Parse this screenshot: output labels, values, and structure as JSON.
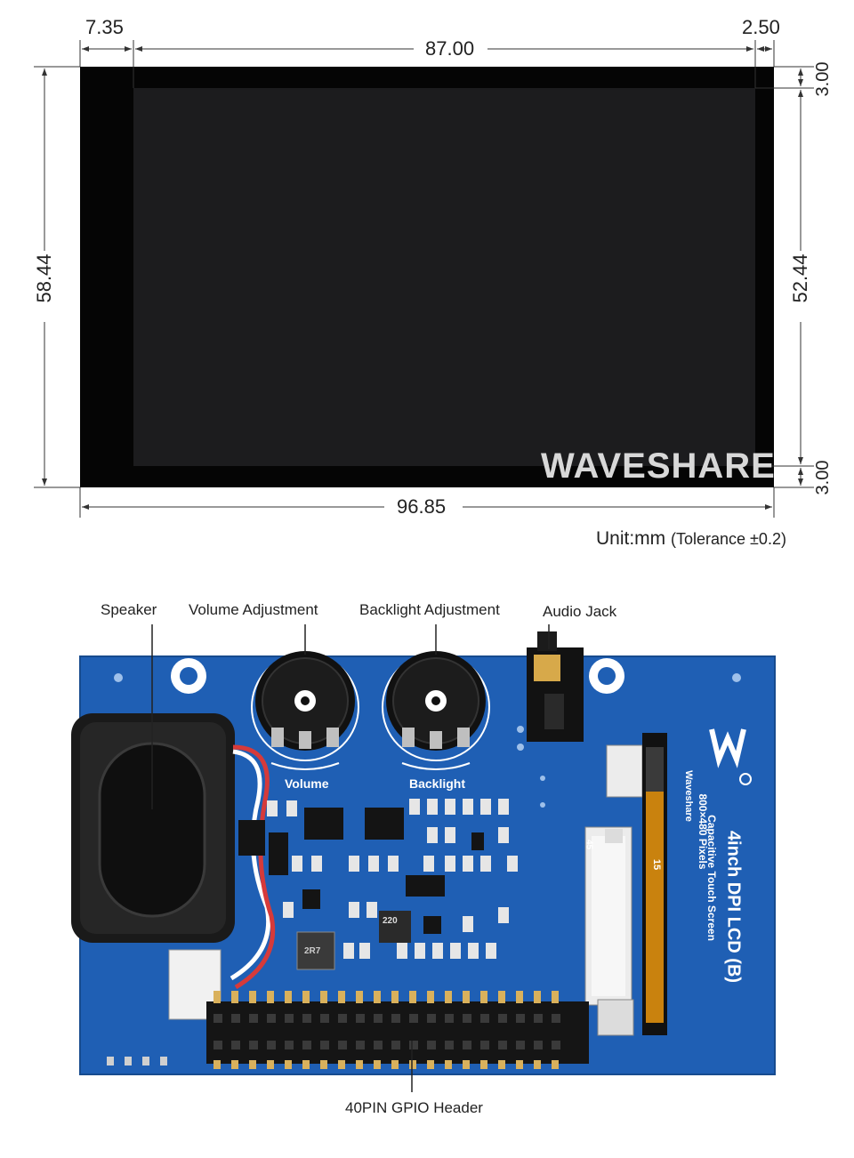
{
  "dimensions": {
    "left_bezel": "7.35",
    "active_width": "87.00",
    "right_bezel": "2.50",
    "top_bezel": "3.00",
    "outer_height": "58.44",
    "active_height": "52.44",
    "bottom_bezel": "3.00",
    "outer_width": "96.85"
  },
  "unit_note": {
    "main": "Unit:mm",
    "tolerance": "(Tolerance ±0.2)"
  },
  "watermark": "WAVESHARE",
  "labels": {
    "speaker": "Speaker",
    "volume_adjustment": "Volume Adjustment",
    "backlight_adjustment": "Backlight Adjustment",
    "audio_jack": "Audio Jack",
    "gpio_header": "40PIN GPIO Header"
  },
  "silkscreen": {
    "volume": "Volume",
    "backlight": "Backlight",
    "brand": "Waveshare",
    "product": "4inch DPI LCD (B)",
    "touch": "Capacitive Touch Screen",
    "resolution": "800×480 Pixels",
    "pin45": "45",
    "pin15": "15",
    "inductor": "220",
    "ic": "2R7"
  },
  "colors": {
    "pcb_blue": "#1f5fb4",
    "bezel_black": "#050505",
    "panel_dark": "#1c1c1e",
    "speaker_frame": "#1a1a1a",
    "header_black": "#151515",
    "fpc_orange": "#c9820e"
  }
}
